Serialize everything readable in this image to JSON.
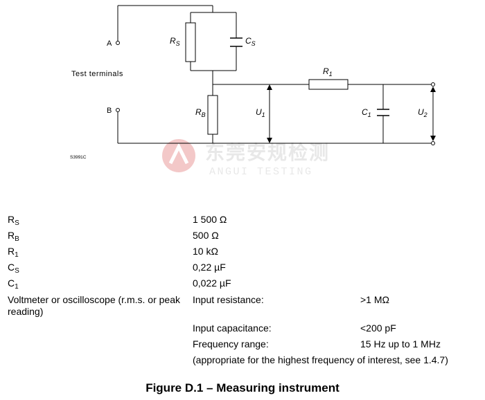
{
  "diagram": {
    "components": {
      "rs": "R",
      "rs_sub": "S",
      "cs": "C",
      "cs_sub": "S",
      "rb": "R",
      "rb_sub": "B",
      "r1": "R",
      "r1_sub": "1",
      "c1": "C",
      "c1_sub": "1",
      "u1": "U",
      "u1_sub": "1",
      "u2": "U",
      "u2_sub": "2"
    },
    "terminal_a": "A",
    "terminal_b": "B",
    "test_terminals": "Test terminals",
    "figure_code": "S3991C"
  },
  "watermark": {
    "cn": "东莞安规检测",
    "en": "ANGUI TESTING",
    "color": "#e8e8e8",
    "logo_color": "#f3c8c8"
  },
  "specs": {
    "rs": {
      "sym": "R",
      "sub": "S",
      "value": "1 500 Ω"
    },
    "rb": {
      "sym": "R",
      "sub": "B",
      "value": "500 Ω"
    },
    "r1": {
      "sym": "R",
      "sub": "1",
      "value": "10 kΩ"
    },
    "cs": {
      "sym": "C",
      "sub": "S",
      "value": "0,22 µF"
    },
    "c1": {
      "sym": "C",
      "sub": "1",
      "value": "0,022 µF"
    },
    "meter_label": "Voltmeter or oscilloscope (r.m.s. or peak reading)",
    "input_resistance_label": "Input resistance:",
    "input_resistance_value": ">1 MΩ",
    "input_capacitance_label": "Input capacitance:",
    "input_capacitance_value": "<200 pF",
    "frequency_label": "Frequency range:",
    "frequency_value": "15 Hz up to 1 MHz",
    "note": "(appropriate for the highest frequency of interest, see 1.4.7)"
  },
  "caption": "Figure D.1 – Measuring instrument"
}
